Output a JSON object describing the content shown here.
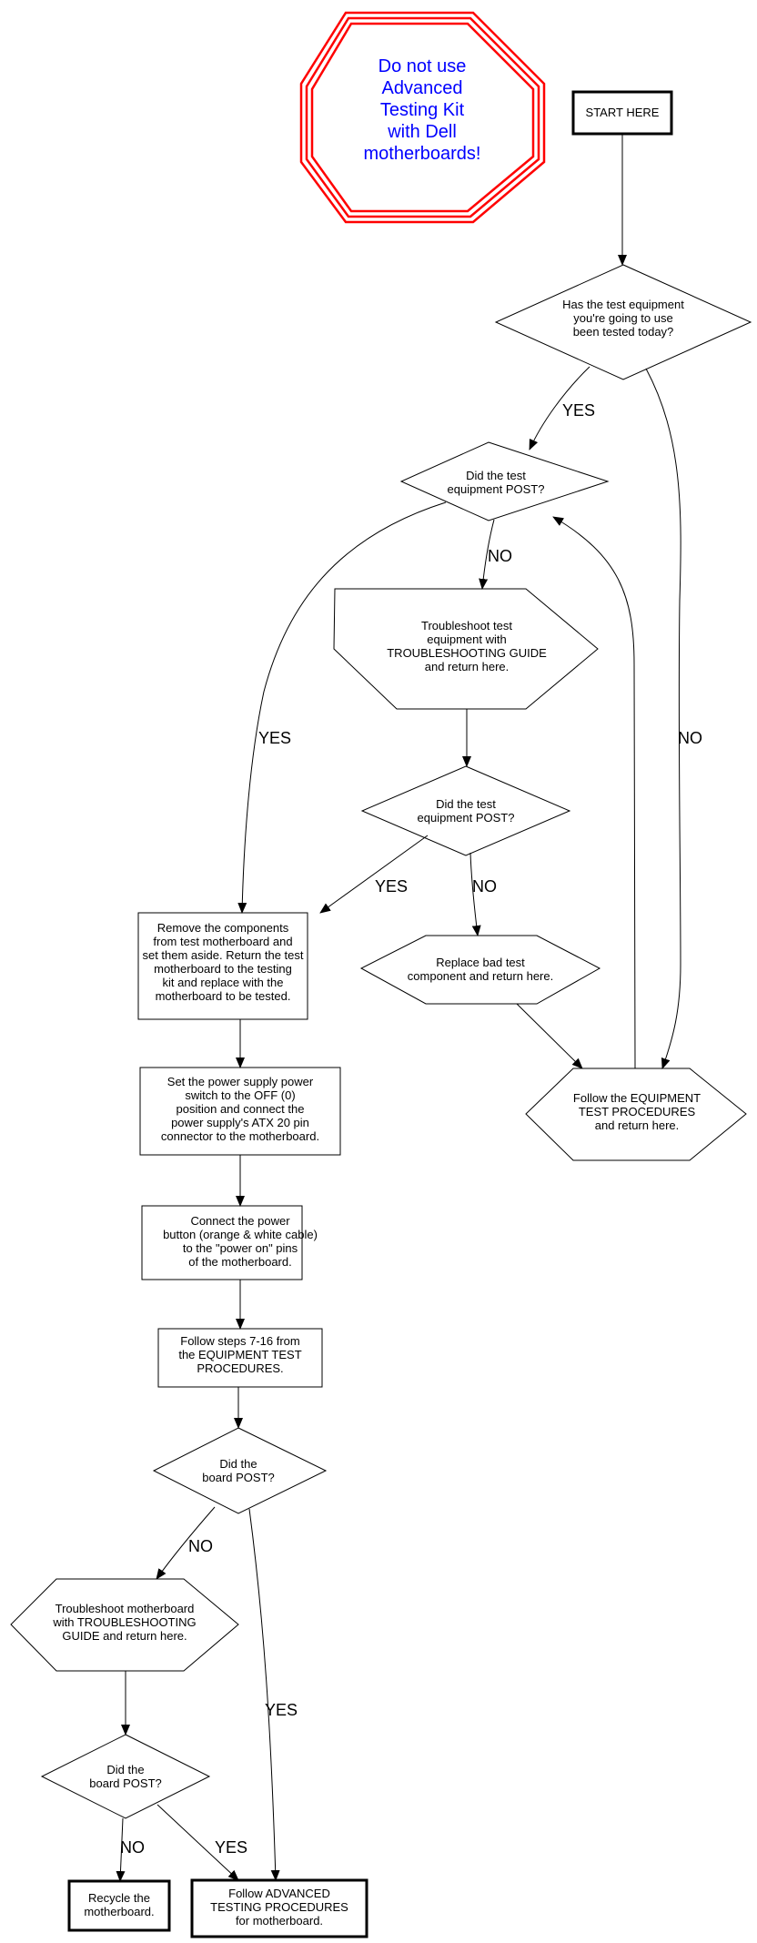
{
  "colors": {
    "warning_stroke": "#ff0000",
    "warning_text": "#0000ff",
    "line": "#000000"
  },
  "warning": {
    "lines": [
      "Do not use",
      "Advanced",
      "Testing Kit",
      "with Dell",
      "motherboards!"
    ]
  },
  "nodes": {
    "start": {
      "lines": [
        "START HERE"
      ]
    },
    "tested_today": {
      "lines": [
        "Has the test equipment",
        "you're going to use",
        "been tested today?"
      ]
    },
    "equip_post_1": {
      "lines": [
        "Did the test",
        "equipment POST?"
      ]
    },
    "troubleshoot_equip": {
      "lines": [
        "Troubleshoot test",
        "equipment with",
        "TROUBLESHOOTING GUIDE",
        "and return here."
      ]
    },
    "equip_post_2": {
      "lines": [
        "Did the test",
        "equipment POST?"
      ]
    },
    "replace_bad": {
      "lines": [
        "Replace bad test",
        "component and return here."
      ]
    },
    "follow_equipment": {
      "lines": [
        "Follow the EQUIPMENT",
        "TEST PROCEDURES",
        "and return here."
      ]
    },
    "remove_components": {
      "lines": [
        "Remove the components",
        "from test motherboard and",
        "set them aside. Return the test",
        "motherboard to the testing",
        "kit and replace with the",
        "motherboard to be tested."
      ]
    },
    "set_power": {
      "lines": [
        "Set the power supply power",
        "switch to the OFF (0)",
        "position and connect the",
        "power supply's ATX 20 pin",
        "connector to the motherboard."
      ]
    },
    "connect_power": {
      "lines": [
        "Connect the power",
        "button (orange & white cable)",
        "to the \"power on\" pins",
        "of the motherboard."
      ]
    },
    "follow_steps": {
      "lines": [
        "Follow steps 7-16 from",
        "the EQUIPMENT TEST",
        "PROCEDURES."
      ]
    },
    "board_post_1": {
      "lines": [
        "Did the",
        "board POST?"
      ]
    },
    "troubleshoot_board": {
      "lines": [
        "Troubleshoot motherboard",
        "with TROUBLESHOOTING",
        "GUIDE and return here."
      ]
    },
    "board_post_2": {
      "lines": [
        "Did the",
        "board POST?"
      ]
    },
    "recycle": {
      "lines": [
        "Recycle the",
        "motherboard."
      ]
    },
    "follow_advanced": {
      "lines": [
        "Follow ADVANCED",
        "TESTING PROCEDURES",
        "for motherboard."
      ]
    }
  },
  "edge_labels": {
    "tested_yes": "YES",
    "tested_no": "NO",
    "post1_no": "NO",
    "post1_yes": "YES",
    "post2_yes": "YES",
    "post2_no": "NO",
    "board1_no": "NO",
    "board1_yes": "YES",
    "board2_no": "NO",
    "board2_yes": "YES"
  }
}
